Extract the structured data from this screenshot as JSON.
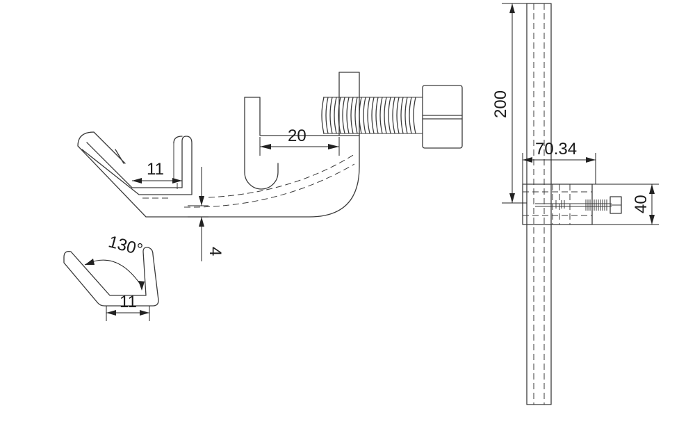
{
  "dimensions": {
    "gap_20": "20",
    "jaw_width_11": "11",
    "thickness_4": "4",
    "angle_130": "130°",
    "jaw_width_11_detail": "11",
    "length_200": "200",
    "width_70_34": "70.34",
    "height_40": "40"
  }
}
